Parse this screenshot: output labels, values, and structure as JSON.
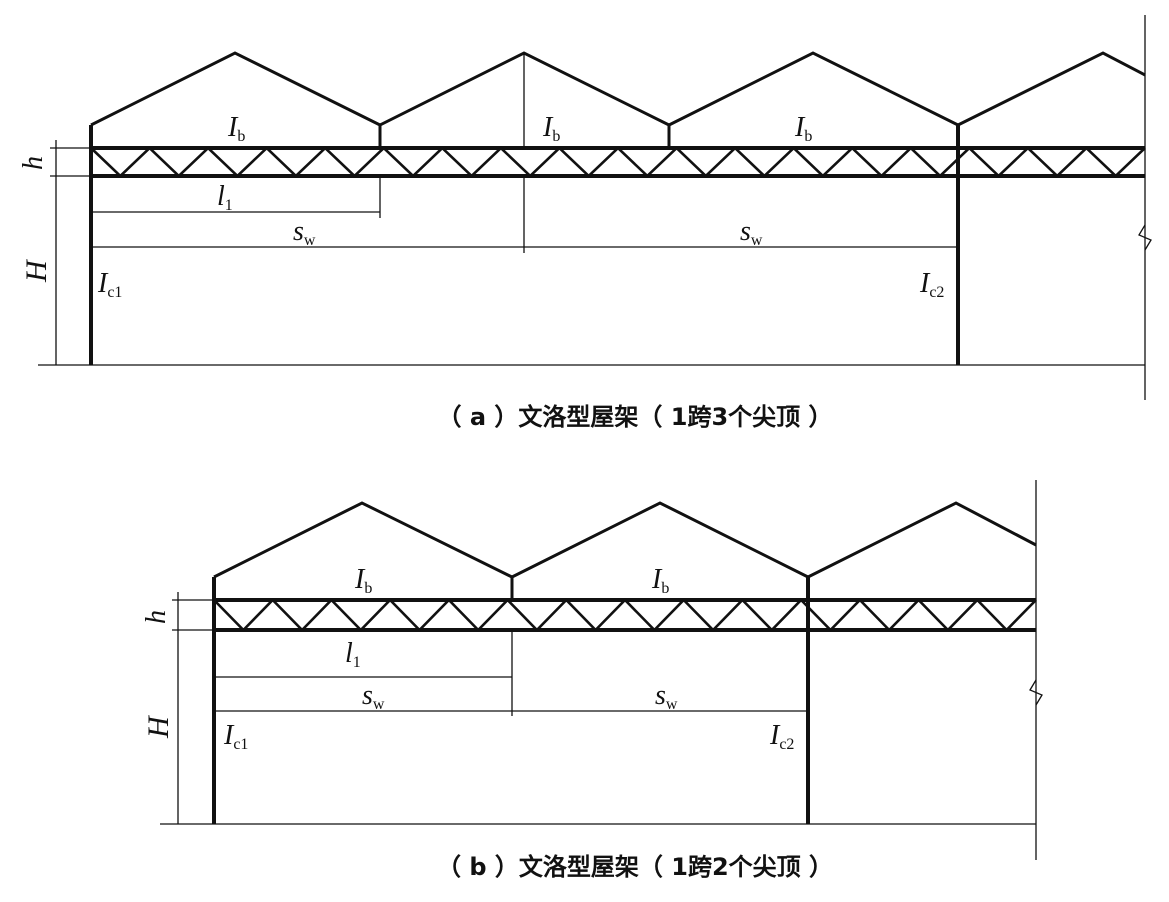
{
  "labels": {
    "beam": "I",
    "beam_sub": "b",
    "height_h": "h",
    "height_H": "H",
    "span_l": "l",
    "span_l_sub_a": "1",
    "span_l_sub_b": "1",
    "span_s": "s",
    "span_s_sub": "w",
    "col": "I",
    "col1_sub": "c1",
    "col2_sub": "c2"
  },
  "captions": {
    "a": "（ a ）文洛型屋架（ 1跨3个尖顶 ）",
    "b": "（ b ）文洛型屋架（ 1跨2个尖顶 ）"
  }
}
